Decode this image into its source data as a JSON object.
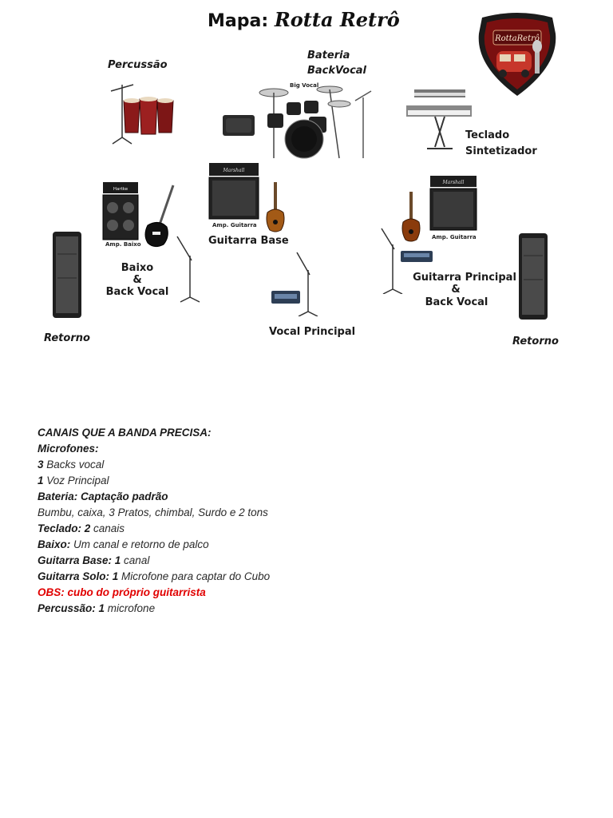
{
  "map": {
    "title_prefix": "Mapa:",
    "title_band": "Rotta Retrô",
    "logo_text": "RottaRetrô",
    "labels": {
      "percussao": "Percussão",
      "bateria": "Bateria",
      "backvocal": "BackVocal",
      "big_vocal": "Big Vocal",
      "teclado": "Teclado",
      "sintetizador": "Sintetizador",
      "amp_guitarra_1": "Amp. Guitarra",
      "guitarra_base": "Guitarra Base",
      "amp_baixo": "Amp. Baixo",
      "baixo": "Baixo",
      "amp_and": "&",
      "back_vocal": "Back Vocal",
      "amp_guitarra_2": "Amp. Guitarra",
      "guitarra_principal": "Guitarra Principal",
      "gp_and": "&",
      "gp_back_vocal": "Back Vocal",
      "vocal_principal": "Vocal Principal",
      "retorno_left": "Retorno",
      "retorno_right": "Retorno",
      "marshall_1": "Marshall",
      "marshall_2": "Marshall",
      "hartke": "Hartke"
    }
  },
  "channels": {
    "heading": "CANAIS QUE A BANDA PRECISA:",
    "microfones": "Microfones:",
    "backs_num": "3",
    "backs_text": " Backs vocal",
    "voz_num": "1",
    "voz_text": " Voz Principal",
    "bateria_label": "Bateria: Captação padrão",
    "bateria_detail": "Bumbu, caixa,  3 Pratos, chimbal, Surdo e 2 tons",
    "teclado_label": "Teclado: 2",
    "teclado_text": " canais",
    "baixo_label": "Baixo:",
    "baixo_text": " Um canal e retorno de palco",
    "gbase_label": "Guitarra Base: 1",
    "gbase_text": " canal",
    "gsolo_label": "Guitarra Solo: 1",
    "gsolo_text": " Microfone para captar do Cubo",
    "obs": "OBS: cubo do próprio guitarrista",
    "perc_label": "Percussão: 1",
    "perc_text": " microfone"
  },
  "colors": {
    "obs_red": "#e10000",
    "logo_bg": "#7a1010",
    "conga": "#8b1a1a"
  }
}
